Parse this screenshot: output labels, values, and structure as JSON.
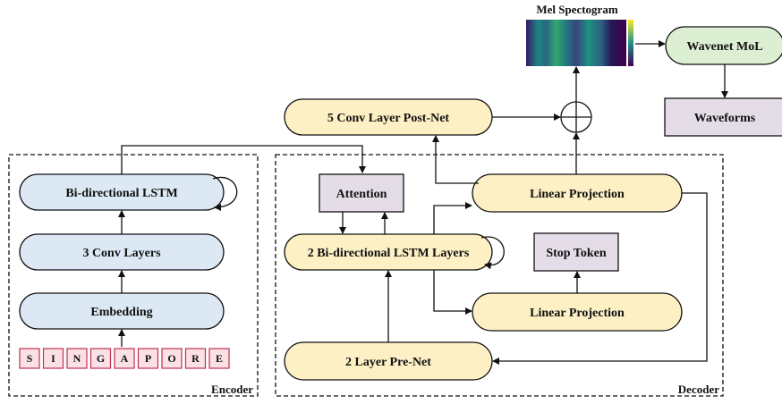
{
  "regions": {
    "encoder": "Encoder",
    "decoder": "Decoder"
  },
  "nodes": {
    "bilstm": "Bi-directional LSTM",
    "conv": "3 Conv Layers",
    "embedding": "Embedding",
    "attention": "Attention",
    "dec_lstm": "2 Bi-directional LSTM Layers",
    "prenet": "2 Layer Pre-Net",
    "linproj_top": "Linear Projection",
    "linproj_bottom": "Linear Projection",
    "stop_token": "Stop Token",
    "postnet": "5 Conv Layer Post-Net",
    "mel": "Mel Spectogram",
    "wavenet": "Wavenet MoL",
    "waveforms": "Waveforms"
  },
  "input_chars": [
    "S",
    "I",
    "N",
    "G",
    "A",
    "P",
    "O",
    "R",
    "E"
  ],
  "colors": {
    "encoder_fill": "#dce9f5",
    "decoder_fill": "#fdf0c4",
    "box_fill": "#e4dde8",
    "wavenet_fill": "#ddefd2",
    "char_fill": "#fbe0e6",
    "char_stroke": "#c03050"
  }
}
